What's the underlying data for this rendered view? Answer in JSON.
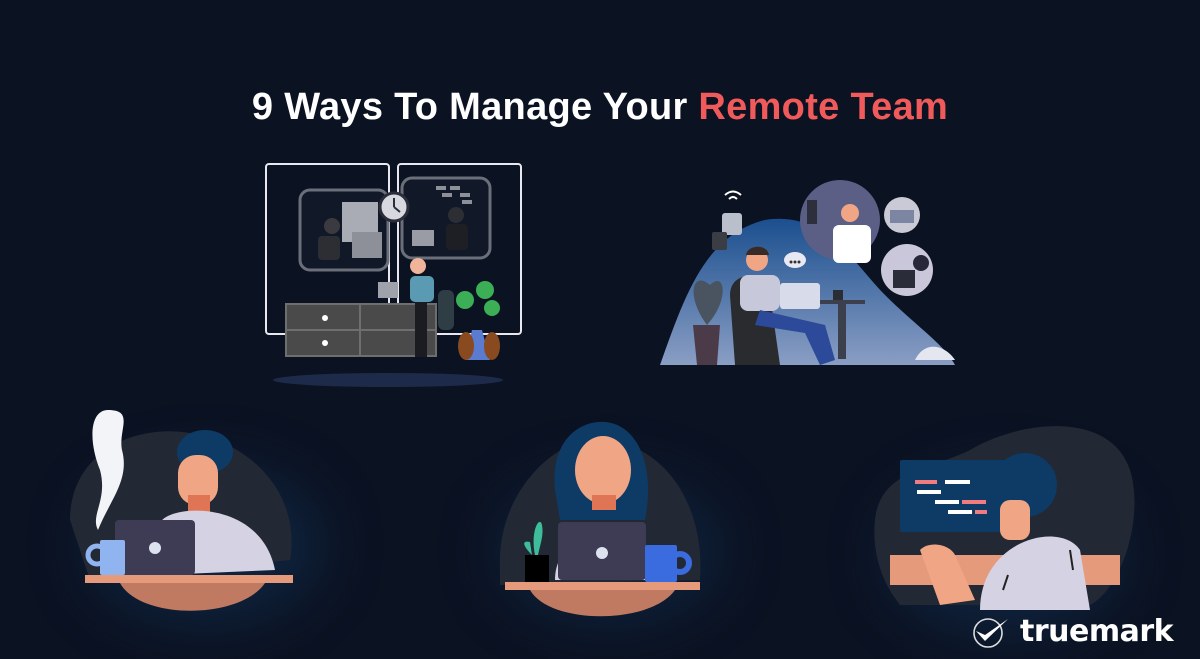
{
  "header": {
    "title_part1": "9 Ways To Manage Your ",
    "title_accent": "Remote Team"
  },
  "colors": {
    "background": "#0b1222",
    "title_text": "#ffffff",
    "accent": "#f05a5a",
    "skin": "#f0a585",
    "hair": "#0d3b66",
    "shirt": "#d5d3e3",
    "desk": "#e59a7c",
    "laptop": "#3e3b55"
  },
  "illustrations": [
    {
      "id": "office-video-call",
      "description": "woman at desk with two video-call windows and a clock"
    },
    {
      "id": "remote-worker-chair",
      "description": "man on lounge chair with laptop, video call bubbles, wifi and email icons"
    },
    {
      "id": "worker-coffee-steam",
      "description": "person with laptop and steaming mug"
    },
    {
      "id": "worker-plant-mug",
      "description": "woman with laptop, plant and mug"
    },
    {
      "id": "developer-monitor",
      "description": "person coding at monitor with code lines"
    }
  ],
  "brand": {
    "logo_text": "truemark"
  }
}
